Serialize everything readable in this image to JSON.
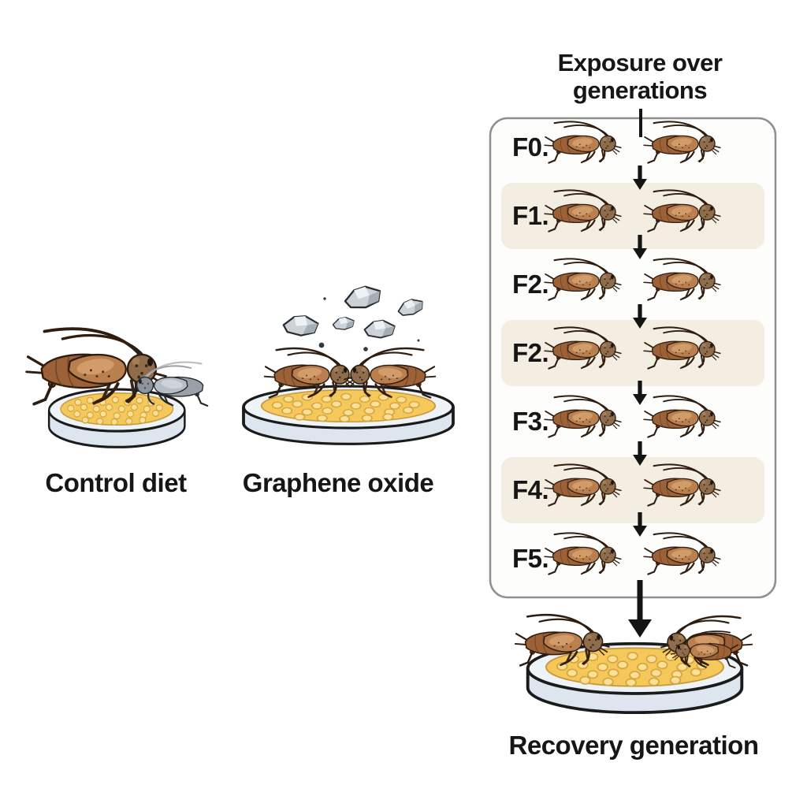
{
  "panel": {
    "title_line1": "Exposure over",
    "title_line2": "generations",
    "rows": [
      {
        "label": "F0.",
        "highlighted": false
      },
      {
        "label": "F1.",
        "highlighted": true
      },
      {
        "label": "F2.",
        "highlighted": false
      },
      {
        "label": "F2.",
        "highlighted": true
      },
      {
        "label": "F3.",
        "highlighted": false
      },
      {
        "label": "F4.",
        "highlighted": true
      },
      {
        "label": "F5.",
        "highlighted": false
      }
    ]
  },
  "scenes": {
    "control": {
      "label": "Control diet"
    },
    "graphene": {
      "label": "Graphene oxide"
    },
    "recovery": {
      "label": "Recovery generation"
    }
  },
  "icons": {
    "cricket-icon": "brown cricket illustration",
    "grey-cricket-icon": "grey cricket illustration",
    "petri-dish-icon": "petri dish with yellow food pellets",
    "graphene-flake-icon": "grey graphene oxide flake",
    "arrow-down-icon": "▼"
  },
  "colors": {
    "background": "#ffffff",
    "row_highlight": "#f3eee1",
    "panel_border": "#8f8f8f",
    "cricket_brown": "#9c6136",
    "cricket_wing": "#ba7f4f",
    "cricket_head": "#8f6c4c",
    "food_yellow": "#f4c85a",
    "pellet_yellow": "#fbe197",
    "dish_wall": "#dde6ee",
    "flake_grey": "#ccd2d8",
    "text": "#161616"
  }
}
